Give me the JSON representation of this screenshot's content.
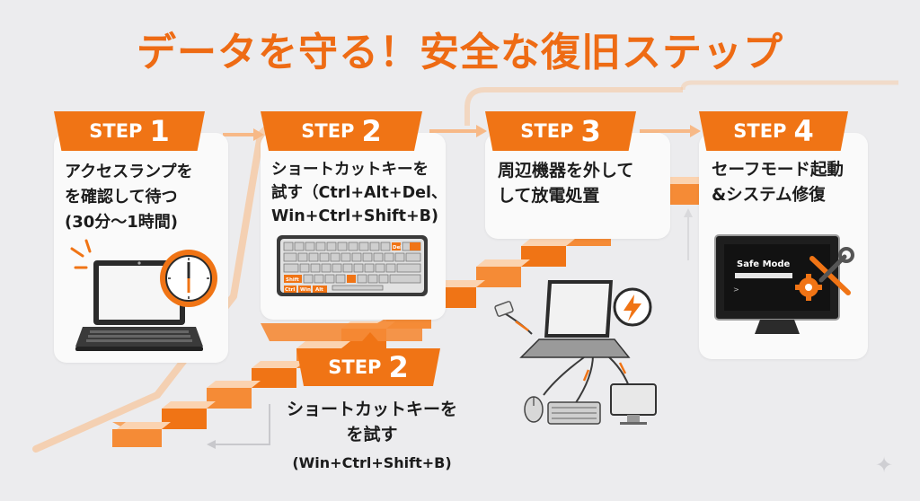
{
  "title": "データを守る！安全な復旧ステップ",
  "colors": {
    "accent": "#f07415",
    "accent_light": "#f7b987",
    "text": "#1c1c1c",
    "background": "#ececee"
  },
  "steps": [
    {
      "label": "STEP",
      "number": "1",
      "text": "アクセスランプを\nを確認して待つ\n(30分〜1時間)",
      "icon": "laptop-clock-icon"
    },
    {
      "label": "STEP",
      "number": "2",
      "text": "ショートカットキーを\n試す（Ctrl+Alt+Del、\nWin+Ctrl+Shift+B)",
      "icon": "keyboard-icon"
    },
    {
      "label": "STEP",
      "number": "3",
      "text": "周辺機器を外して\nして放電処置",
      "icon": "laptop-peripherals-icon"
    },
    {
      "label": "STEP",
      "number": "4",
      "text": "セーフモード起動\n&システム修復",
      "icon": "safe-mode-monitor-icon"
    }
  ],
  "step2_alt": {
    "label": "STEP",
    "number": "2",
    "text": "ショートカットキーを\nを試す",
    "subtext": "(Win+Ctrl+Shift+B)"
  },
  "keyboard": {
    "key_del": "Del",
    "key_shift": "Shift",
    "key_ctrl": "Ctrl",
    "key_win": "Win",
    "key_alt": "Alt"
  },
  "monitor": {
    "label": "Safe Mode"
  }
}
